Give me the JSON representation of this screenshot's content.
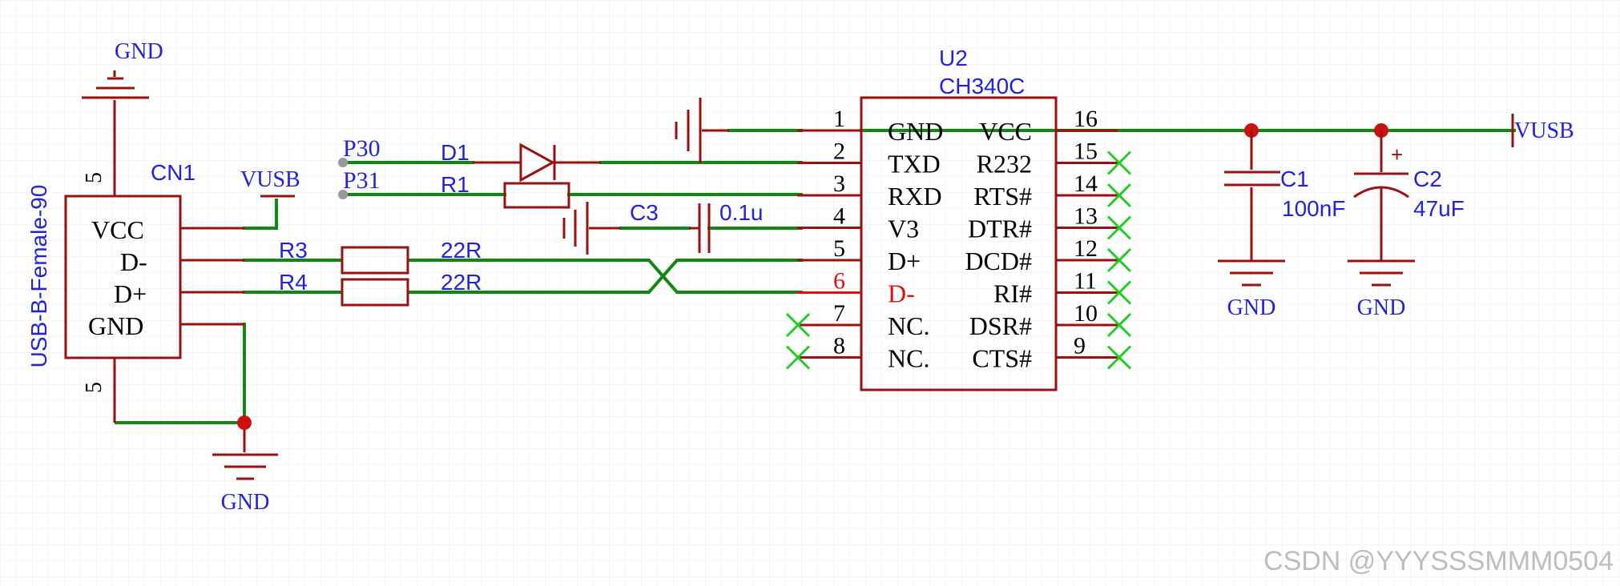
{
  "ground_label": "GND",
  "vusb_label": "VUSB",
  "cn1": {
    "ref": "CN1",
    "value": "USB-B-Female-90",
    "pins": [
      "VCC",
      "D-",
      "D+",
      "GND"
    ],
    "shield_pin": "5"
  },
  "u2": {
    "ref": "U2",
    "value": "CH340C",
    "left_pin_names": [
      "GND",
      "TXD",
      "RXD",
      "V3",
      "D+",
      "D-",
      "NC.",
      "NC."
    ],
    "right_pin_names": [
      "VCC",
      "R232",
      "RTS#",
      "DTR#",
      "DCD#",
      "RI#",
      "DSR#",
      "CTS#"
    ],
    "left_pin_numbers": [
      "1",
      "2",
      "3",
      "4",
      "5",
      "6",
      "7",
      "8"
    ],
    "right_pin_numbers": [
      "16",
      "15",
      "14",
      "13",
      "12",
      "11",
      "10",
      "9"
    ]
  },
  "nets": {
    "p30": "P30",
    "p31": "P31"
  },
  "d1": {
    "ref": "D1"
  },
  "r1": {
    "ref": "R1"
  },
  "r3": {
    "ref": "R3",
    "value": "22R"
  },
  "r4": {
    "ref": "R4",
    "value": "22R"
  },
  "c1": {
    "ref": "C1",
    "value": "100nF"
  },
  "c2": {
    "ref": "C2",
    "value": "47uF",
    "polarity": "+"
  },
  "c3": {
    "ref": "C3",
    "value": "0.1u"
  },
  "watermark": "CSDN @YYYSSSMMM0504",
  "colors": {
    "wire": "#118811",
    "component": "#991111",
    "label": "#2222dd",
    "junction": "#cc1111",
    "noconnect": "#22cc22",
    "grid": "#ebebeb",
    "highlight": "#e01010"
  }
}
